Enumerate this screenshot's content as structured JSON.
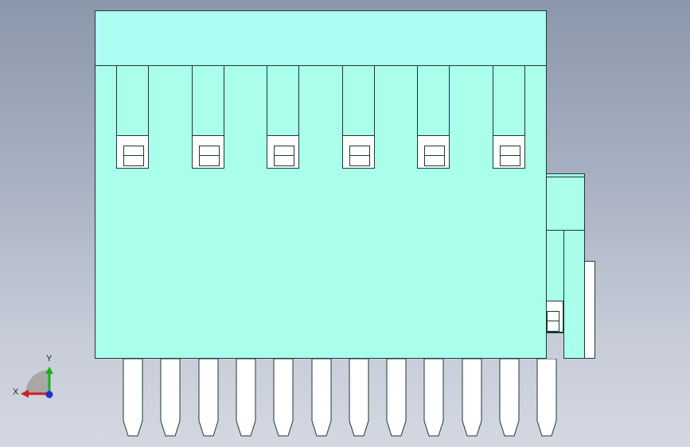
{
  "viewport": {
    "background": "gradient-gray-blue",
    "body_color": "#a9feec",
    "outline_color": "#1d3a34",
    "pin_color": "#ffffff"
  },
  "model": {
    "latch_count": 6,
    "pin_count": 12
  },
  "triad": {
    "x_label": "X",
    "y_label": "Y",
    "x_color": "#d11e1e",
    "y_color": "#17b017",
    "z_color": "#1e2fd1"
  }
}
